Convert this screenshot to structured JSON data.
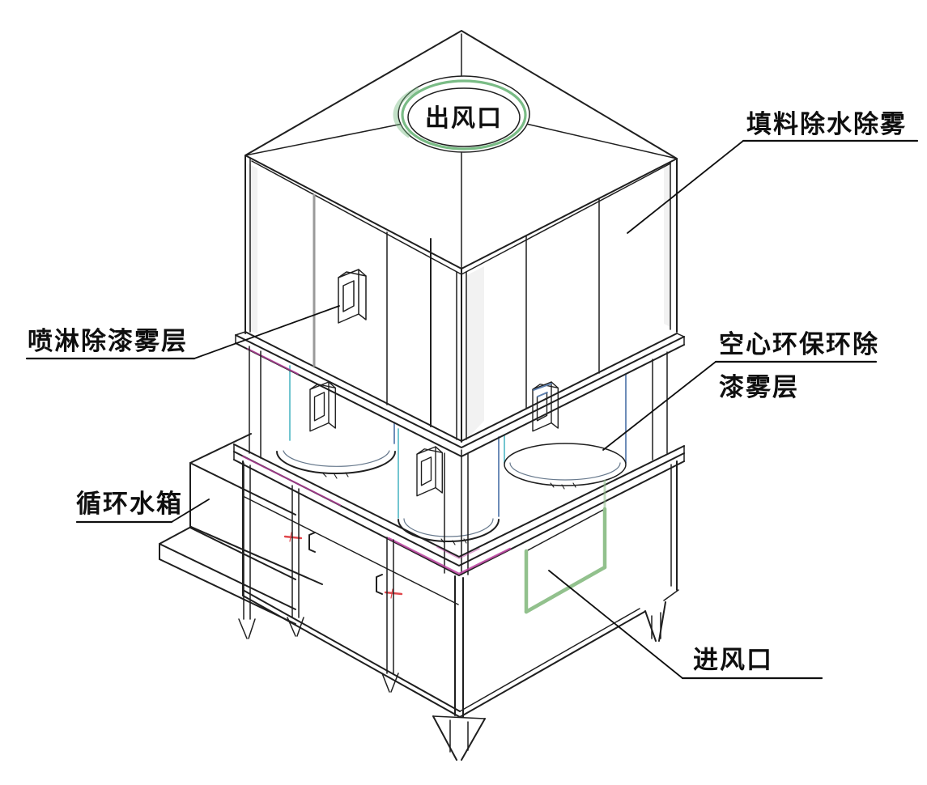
{
  "diagram": {
    "device_labels": {
      "air_outlet": "出风口",
      "packing_demister": "填料除水除雾",
      "spray_layer": "喷淋除漆雾层",
      "hollow_ring_line1": "空心环保环除",
      "hollow_ring_line2": "漆雾层",
      "water_tank": "循环水箱",
      "air_inlet": "进风口"
    },
    "colors": {
      "line": "#1f1f1f",
      "soft-line": "#9a9a9a",
      "outlet-green": "#7abc86",
      "inlet-green": "#92c18d",
      "cyan": "#62bfcb",
      "steel-blue": "#5d80b0",
      "magenta": "#b8409e",
      "red": "#e1484d",
      "paper": "#ffffff",
      "label-ink": "#0f0f0f"
    }
  }
}
